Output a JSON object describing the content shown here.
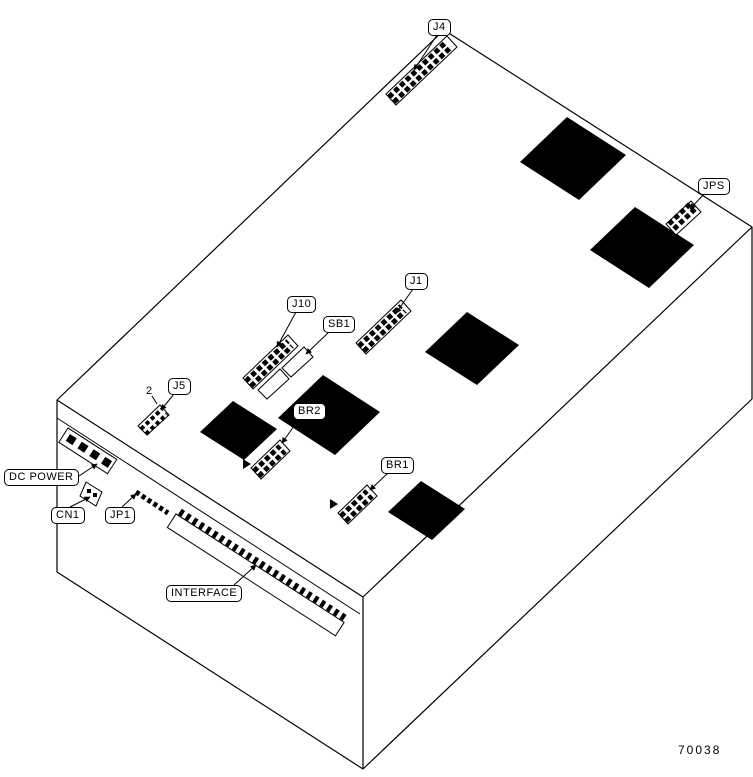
{
  "figure_number": "70038",
  "callouts": {
    "j4": "J4",
    "jps": "JPS",
    "j1": "J1",
    "j10": "J10",
    "sb1": "SB1",
    "j5": "J5",
    "br2": "BR2",
    "br1": "BR1",
    "dc_power": "DC POWER",
    "cn1": "CN1",
    "jp1": "JP1",
    "interface": "INTERFACE"
  },
  "annotations": {
    "pin_number": "2"
  },
  "colors": {
    "line": "#000000",
    "chip_fill": "#000000",
    "background": "#ffffff"
  }
}
